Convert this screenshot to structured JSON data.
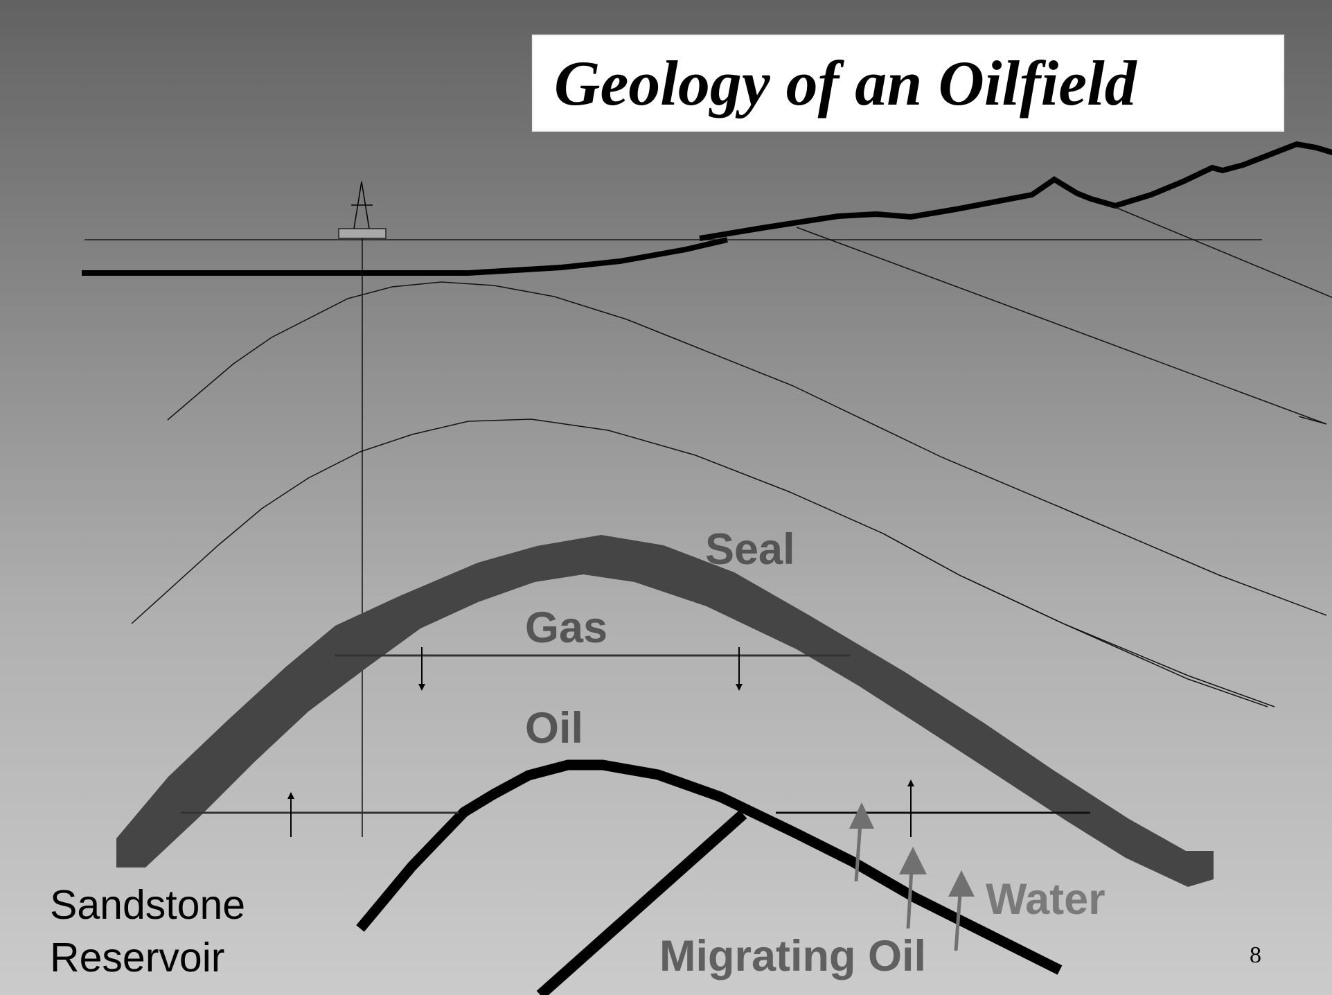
{
  "title": "Geology of an Oilfield",
  "labels": {
    "seal": "Seal",
    "gas": "Gas",
    "oil": "Oil",
    "water": "Water",
    "migrating_oil": "Migrating Oil",
    "sandstone_reservoir": [
      "Sandstone",
      "Reservoir"
    ]
  },
  "page_number": "8",
  "colors": {
    "seal_layer": "#454545",
    "fault_and_surface": "#000000",
    "water_arrows": "#707070",
    "title_background": "#ffffff"
  }
}
